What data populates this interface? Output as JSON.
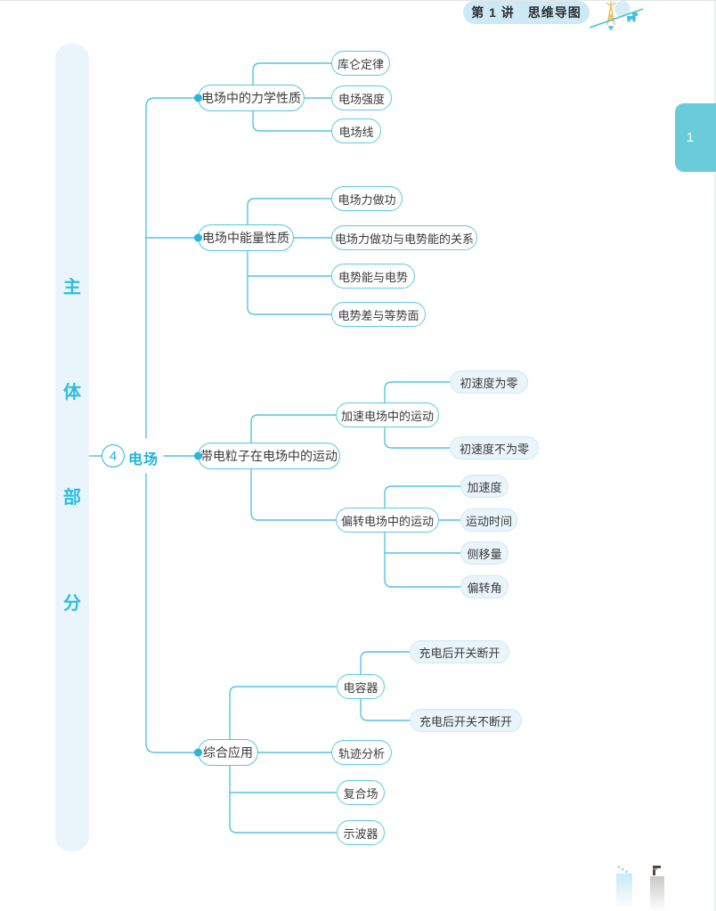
{
  "header": {
    "lesson_badge": "第 1 讲　思维导图",
    "page_number": "1"
  },
  "side_bar": {
    "chars": [
      "主",
      "体",
      "部",
      "分"
    ]
  },
  "root": {
    "index": "4",
    "label": "电场"
  },
  "branches": [
    {
      "label": "电场中的力学性质",
      "children": [
        {
          "label": "库仑定律"
        },
        {
          "label": "电场强度"
        },
        {
          "label": "电场线"
        }
      ]
    },
    {
      "label": "电场中能量性质",
      "children": [
        {
          "label": "电场力做功"
        },
        {
          "label": "电场力做功与电势能的关系"
        },
        {
          "label": "电势能与电势"
        },
        {
          "label": "电势差与等势面"
        }
      ]
    },
    {
      "label": "带电粒子在电场中的运动",
      "children": [
        {
          "label": "加速电场中的运动",
          "children": [
            {
              "label": "初速度为零"
            },
            {
              "label": "初速度不为零"
            }
          ]
        },
        {
          "label": "偏转电场中的运动",
          "children": [
            {
              "label": "加速度"
            },
            {
              "label": "运动时间"
            },
            {
              "label": "侧移量"
            },
            {
              "label": "偏转角"
            }
          ]
        }
      ]
    },
    {
      "label": "综合应用",
      "children": [
        {
          "label": "电容器",
          "children": [
            {
              "label": "充电后开关断开"
            },
            {
              "label": "充电后开关不断开"
            }
          ]
        },
        {
          "label": "轨迹分析"
        },
        {
          "label": "复合场"
        },
        {
          "label": "示波器"
        }
      ]
    }
  ],
  "colors": {
    "accent": "#1fb4dd",
    "line": "#52c4e6",
    "bullet": "#2cb4dc",
    "leaf_fill": "#e9f5fb",
    "bar_fill": "#e9f5fb",
    "tab_fill": "#6accdb",
    "header_fill": "#cde9f5"
  }
}
